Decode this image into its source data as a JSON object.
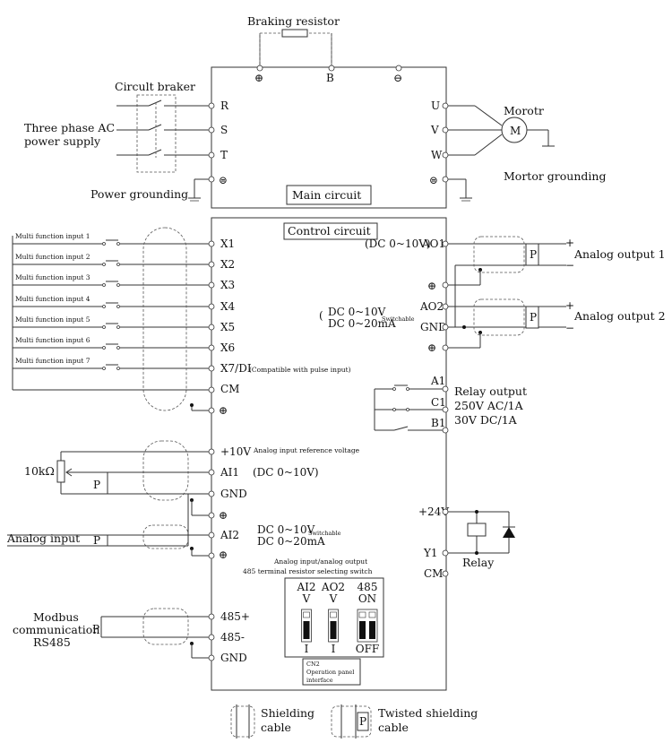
{
  "title_braking": "Braking resistor",
  "circuit_breaker": "Circult braker",
  "ac_supply_line1": "Three phase AC",
  "ac_supply_line2": "power supply",
  "power_grounding": "Power grounding",
  "main_circuit": "Main circuit",
  "motor_label": "Morotr",
  "motor_symbol": "M",
  "motor_grounding": "Mortor grounding",
  "main_terminals": {
    "r": "R",
    "s": "S",
    "t": "T",
    "u": "U",
    "v": "V",
    "w": "W",
    "b": "B",
    "plus": "⊕",
    "minus": "⊖",
    "pe": "⊜"
  },
  "control_circuit": "Control circuit",
  "multi_inputs": [
    "Multi function input 1",
    "Multi function input 2",
    "Multi function input 3",
    "Multi function input 4",
    "Multi function input 5",
    "Multi function input 6",
    "Multi function input 7"
  ],
  "x_terminals": [
    "X1",
    "X2",
    "X3",
    "X4",
    "X5",
    "X6",
    "X7/DI"
  ],
  "x7_note": "(Compatible with pulse input)",
  "cm": "CM",
  "pe_symbol": "⊕",
  "ao1": "AO1",
  "ao1_range": "(DC 0~10V)",
  "ao2": "AO2",
  "gnd": "GND",
  "ao2_range1": "DC 0~10V",
  "ao2_range2": "DC 0~20mA",
  "switchable": "Switchable",
  "paren_open": "(",
  "analog_output_1": "Analog output 1",
  "analog_output_2": "Analog output 2",
  "plus": "+",
  "minus": "−",
  "p": "P",
  "relay_terminals": [
    "A1",
    "C1",
    "B1"
  ],
  "relay_output": "Relay output",
  "relay_rating1": "250V AC/1A",
  "relay_rating2": "30V DC/1A",
  "plus10v": "+10V",
  "ref_voltage": "Analog input reference voltage",
  "ai1": "AI1",
  "ai1_range": "(DC 0~10V)",
  "resistor_10k": "10kΩ",
  "ai2": "AI2",
  "ai2_range1": "DC 0~10V",
  "ai2_range2": "DC 0~20mA",
  "analog_input": "Analog input",
  "p24v": "+24V",
  "y1": "Y1",
  "relay": "Relay",
  "switch_title1": "Analog input/analog output",
  "switch_title2": "485 terminal resistor selecting switch",
  "switches": [
    {
      "name": "AI2",
      "top": "V",
      "bottom": "I"
    },
    {
      "name": "AO2",
      "top": "V",
      "bottom": "I"
    },
    {
      "name": "485",
      "top": "ON",
      "bottom": "OFF"
    }
  ],
  "modbus1": "Modbus",
  "modbus2": "communication",
  "modbus3": "RS485",
  "t485p": "485+",
  "t485m": "485-",
  "cn2": "CN2",
  "op_panel1": "Operation panel",
  "op_panel2": "interface",
  "shield1": "Shielding",
  "shield2": "cable",
  "twisted1": "Twisted shielding",
  "twisted2": "cable"
}
